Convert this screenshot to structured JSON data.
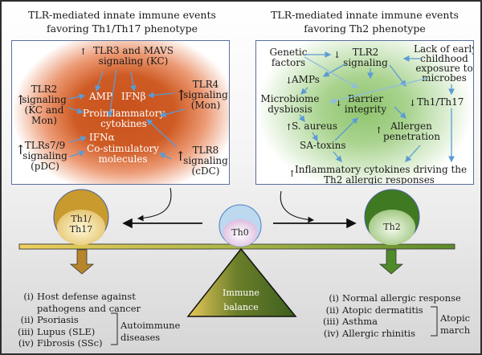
{
  "left_panel": {
    "title_line1": "TLR-mediated innate immune events",
    "title_line2": "favoring Th1/Th17 phenotype",
    "tlr3_line1": "TLR3 and MAVS",
    "tlr3_line2": "signaling (KC)",
    "tlr2_line1": "TLR2",
    "tlr2_line2": "signaling",
    "tlr2_line3": "(KC and",
    "tlr2_line4": "Mon)",
    "tlr4_line1": "TLR4",
    "tlr4_line2": "signaling",
    "tlr4_line3": "(Mon)",
    "tlr79_line1": "TLRs7/9",
    "tlr79_line2": "signaling",
    "tlr79_line3": "(pDC)",
    "tlr8_line1": "TLR8",
    "tlr8_line2": "signaling",
    "tlr8_line3": "(cDC)",
    "amp": "AMP",
    "ifnb": "IFNβ",
    "proinflam_line1": "Proinflammatory",
    "proinflam_line2": "cytokines",
    "ifna": "IFNα",
    "costim_line1": "Co-stimulatory",
    "costim_line2": "molecules",
    "up_arrow": "↑"
  },
  "right_panel": {
    "title_line1": "TLR-mediated innate immune events",
    "title_line2": "favoring Th2 phenotype",
    "genetic_line1": "Genetic",
    "genetic_line2": "factors",
    "tlr2_line1": "TLR2",
    "tlr2_line2": "signaling",
    "lack_line1": "Lack of early",
    "lack_line2": "childhood",
    "lack_line3": "exposure to",
    "lack_line4": "microbes",
    "amps": "AMPs",
    "microbiome_line1": "Microbiome",
    "microbiome_line2": "dysbiosis",
    "barrier_line1": "Barrier",
    "barrier_line2": "integrity",
    "th1th17": "Th1/Th17",
    "saureus": "S. aureus",
    "allergen_line1": "Allergen",
    "allergen_line2": "penetration",
    "satoxins": "SA-toxins",
    "inflam_line1": "Inflammatory cytokines driving the",
    "inflam_line2": "Th2 allergic responses",
    "up_arrow": "↑",
    "down_arrow": "↓"
  },
  "balance": {
    "th1_line1": "Th1/",
    "th1_line2": "Th17",
    "th0": "Th0",
    "th2": "Th2",
    "fulcrum_line1": "Immune",
    "fulcrum_line2": "balance"
  },
  "outcomes_left": {
    "items": [
      {
        "num": "(i)",
        "text": "Host defense against"
      },
      {
        "num": "",
        "text": "pathogens and cancer"
      },
      {
        "num": "(ii)",
        "text": "Psoriasis"
      },
      {
        "num": "(iii)",
        "text": "Lupus (SLE)"
      },
      {
        "num": "(iv)",
        "text": "Fibrosis (SSc)"
      }
    ],
    "group_line1": "Autoimmune",
    "group_line2": "diseases"
  },
  "outcomes_right": {
    "items": [
      {
        "num": "(i)",
        "text": "Normal allergic response"
      },
      {
        "num": "(ii)",
        "text": "Atopic dermatitis"
      },
      {
        "num": "(iii)",
        "text": "Asthma"
      },
      {
        "num": "(iv)",
        "text": "Allergic rhinitis"
      }
    ],
    "group_line1": "Atopic",
    "group_line2": "march"
  },
  "colors": {
    "left_panel_core": "#c8521d",
    "right_panel_core": "#8fc46e",
    "th1_circle": "#c99a2e",
    "th2_circle": "#3f7a22",
    "th0_circle": "#bcd9f0",
    "beam_left": "#e8c95a",
    "beam_right": "#5c8a2a",
    "arrow_blue": "#5b9bd5"
  }
}
